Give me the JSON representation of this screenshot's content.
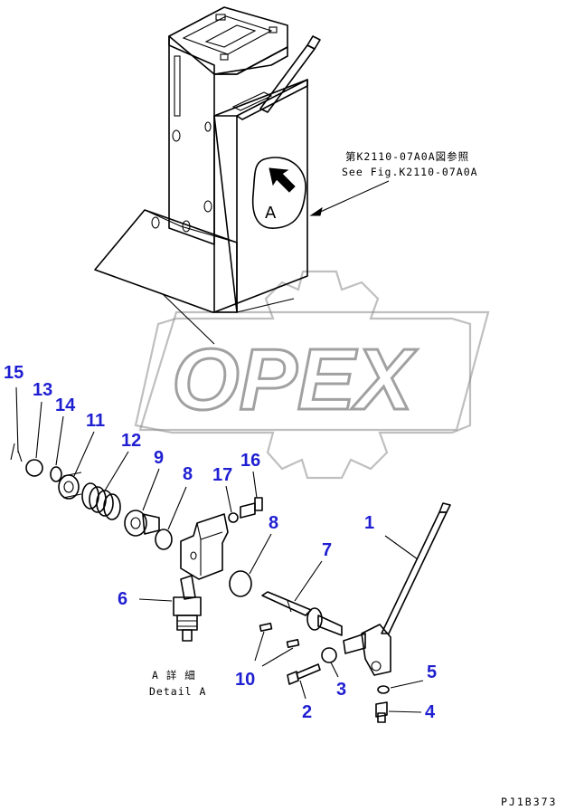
{
  "watermark": {
    "text": "OPEX"
  },
  "view_marker": {
    "letter": "A"
  },
  "reference_note": {
    "line1": "第K2110-07A0A図参照",
    "line2": "See Fig.K2110-07A0A"
  },
  "detail_caption": {
    "line1": "A 詳 細",
    "line2": "Detail A"
  },
  "drawing_code": "PJ1B373",
  "callouts": {
    "c1": "1",
    "c2": "2",
    "c3": "3",
    "c4": "4",
    "c5": "5",
    "c6": "6",
    "c7": "7",
    "c8a": "8",
    "c8b": "8",
    "c9": "9",
    "c10": "10",
    "c11": "11",
    "c12": "12",
    "c13": "13",
    "c14": "14",
    "c15": "15",
    "c16": "16",
    "c17": "17"
  },
  "colors": {
    "callout": "#1f1fd2",
    "line": "#000000",
    "watermark": "#8a8a8a"
  }
}
